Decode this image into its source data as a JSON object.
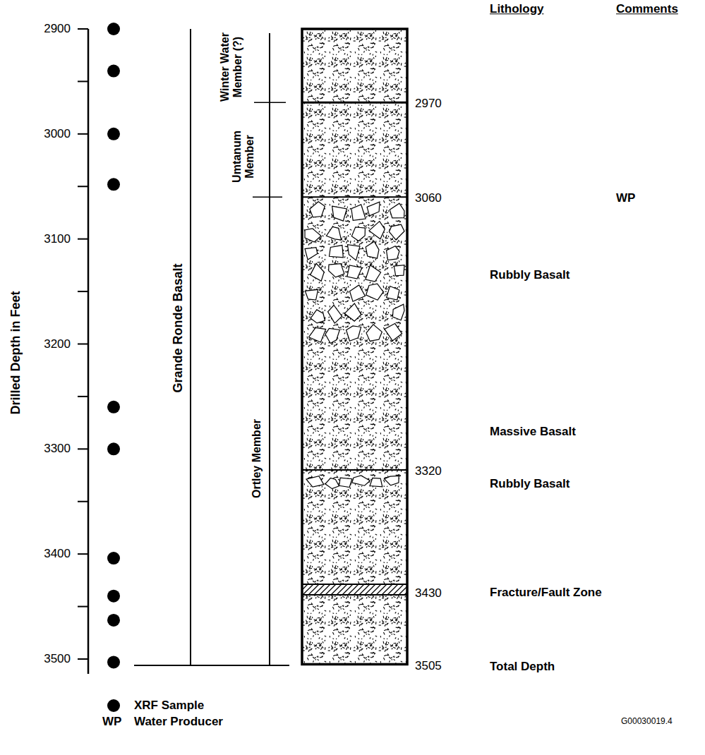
{
  "diagram": {
    "labels": [
      "Lithology",
      "Comments",
      "2900",
      "3000",
      "3100",
      "3200",
      "3300",
      "3400",
      "3500",
      "Drilled Depth in Feet",
      "Grande Ronde Basalt",
      "Winter Water Member (?)",
      "Umtanum Member",
      "Ortley Member",
      "2970",
      "3060",
      "3320",
      "3430",
      "3505",
      "WP",
      "Rubbly Basalt",
      "Massive Basalt",
      "Rubbly Basalt",
      "Fracture/Fault Zone",
      "Total Depth",
      "WP",
      "G00030019.4"
    ],
    "legend": [
      {
        "text": "XRF Sample"
      },
      {
        "text": "Water Producer"
      }
    ]
  }
}
